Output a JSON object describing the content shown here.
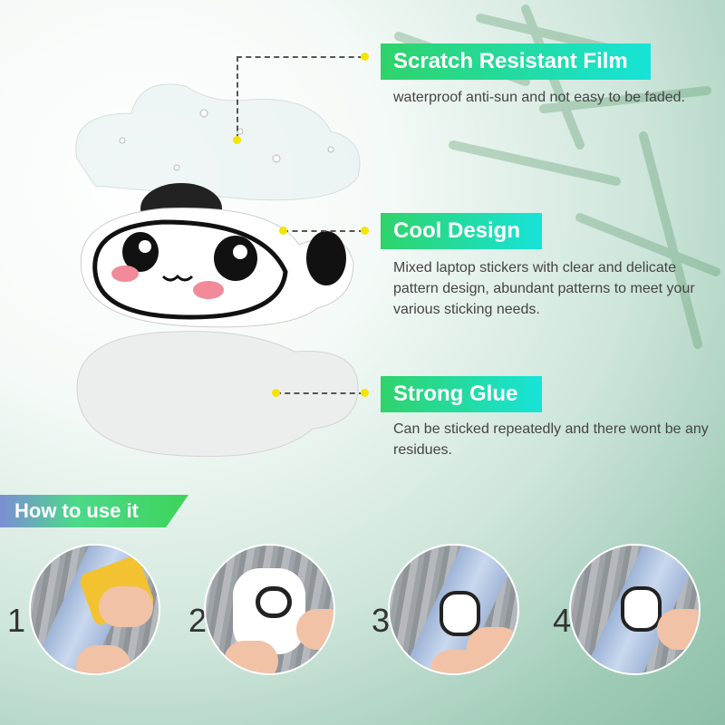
{
  "features": [
    {
      "title": "Scratch Resistant Film",
      "description": "waterproof anti-sun and not easy to be faded."
    },
    {
      "title": "Cool Design",
      "description": "Mixed laptop stickers with clear and delicate pattern design, abundant patterns to meet your various sticking needs."
    },
    {
      "title": "Strong Glue",
      "description": "Can be sticked repeatedly and there wont be any residues."
    }
  ],
  "how_to": {
    "title": "How to use it",
    "steps": [
      "1",
      "2",
      "3",
      "4"
    ]
  },
  "colors": {
    "label_start": "#2fd36a",
    "label_end": "#17e3d8",
    "dot": "#f5e400"
  }
}
